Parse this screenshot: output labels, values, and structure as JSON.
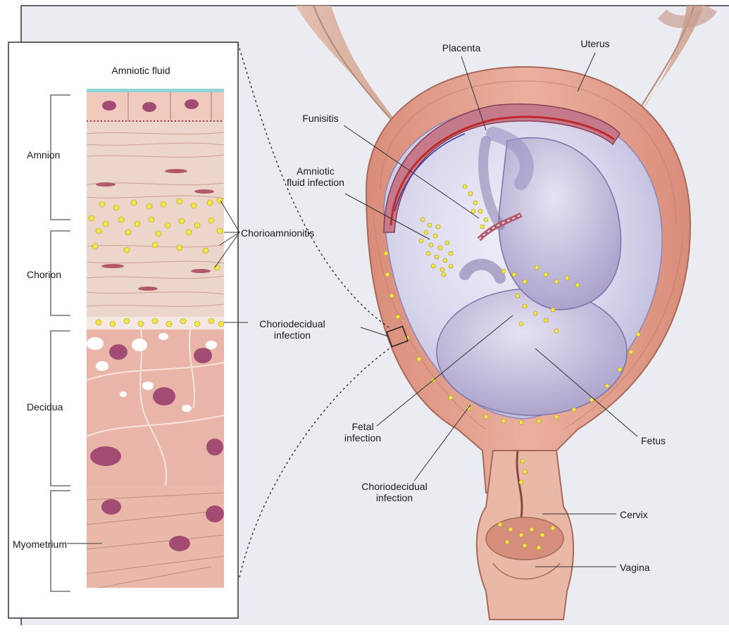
{
  "colors": {
    "background": "#e9e9f1",
    "tissue_pink": "#e8b5a8",
    "uterine_wall": "#e39e8c",
    "cell_nucleus": "#a24c73",
    "bacteria": "#f2e64a",
    "vessel_red": "#c0292a",
    "amniotic_sac": "#d9d9ec"
  },
  "inset": {
    "amniotic_fluid": "Amniotic fluid",
    "amnion": "Amnion",
    "chorion": "Chorion",
    "decidua": "Decidua",
    "myometrium": "Myometrium",
    "chorioamnionitis": "Chorioamnionitis",
    "choriodecidual_infection": "Choriodecidual\ninfection"
  },
  "main": {
    "placenta": "Placenta",
    "uterus": "Uterus",
    "funisitis": "Funisitis",
    "amniotic_fluid_infection": "Amniotic\nfluid infection",
    "fetal_infection": "Fetal\ninfection",
    "fetus": "Fetus",
    "choriodecidual_infection": "Choriodecidual\ninfection",
    "cervix": "Cervix",
    "vagina": "Vagina"
  }
}
